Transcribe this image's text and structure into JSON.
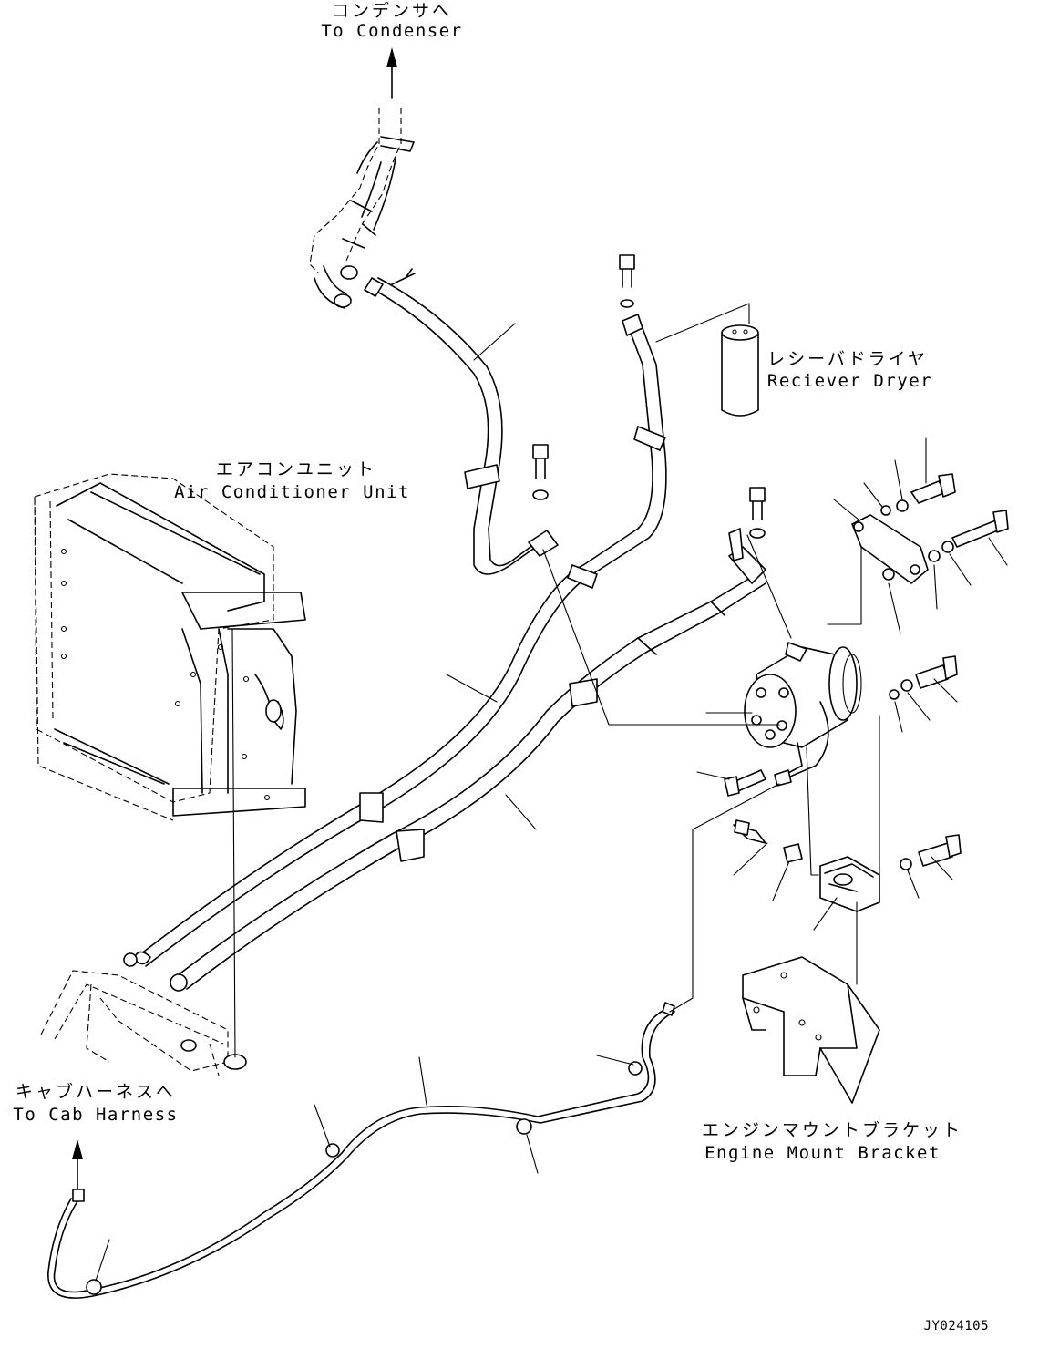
{
  "labels": {
    "condenser_jp": "コンデンサへ",
    "condenser_en": "To Condenser",
    "receiver_jp": "レシーバドライヤ",
    "receiver_en": "Reciever Dryer",
    "ac_unit_jp": "エアコンユニット",
    "ac_unit_en": "Air Conditioner Unit",
    "cab_harness_jp": "キャブハーネスへ",
    "cab_harness_en": "To Cab Harness",
    "engine_bracket_jp": "エンジンマウントブラケット",
    "engine_bracket_en": "Engine Mount Bracket"
  },
  "drawing_code": "JY024105",
  "parts": [
    "air-conditioner-unit",
    "receiver-dryer",
    "compressor",
    "hose-discharge",
    "hose-suction",
    "hose-liquid",
    "cab-harness-wire",
    "engine-mount-bracket",
    "compressor-bracket",
    "bolts",
    "washers",
    "nuts",
    "clamps"
  ]
}
